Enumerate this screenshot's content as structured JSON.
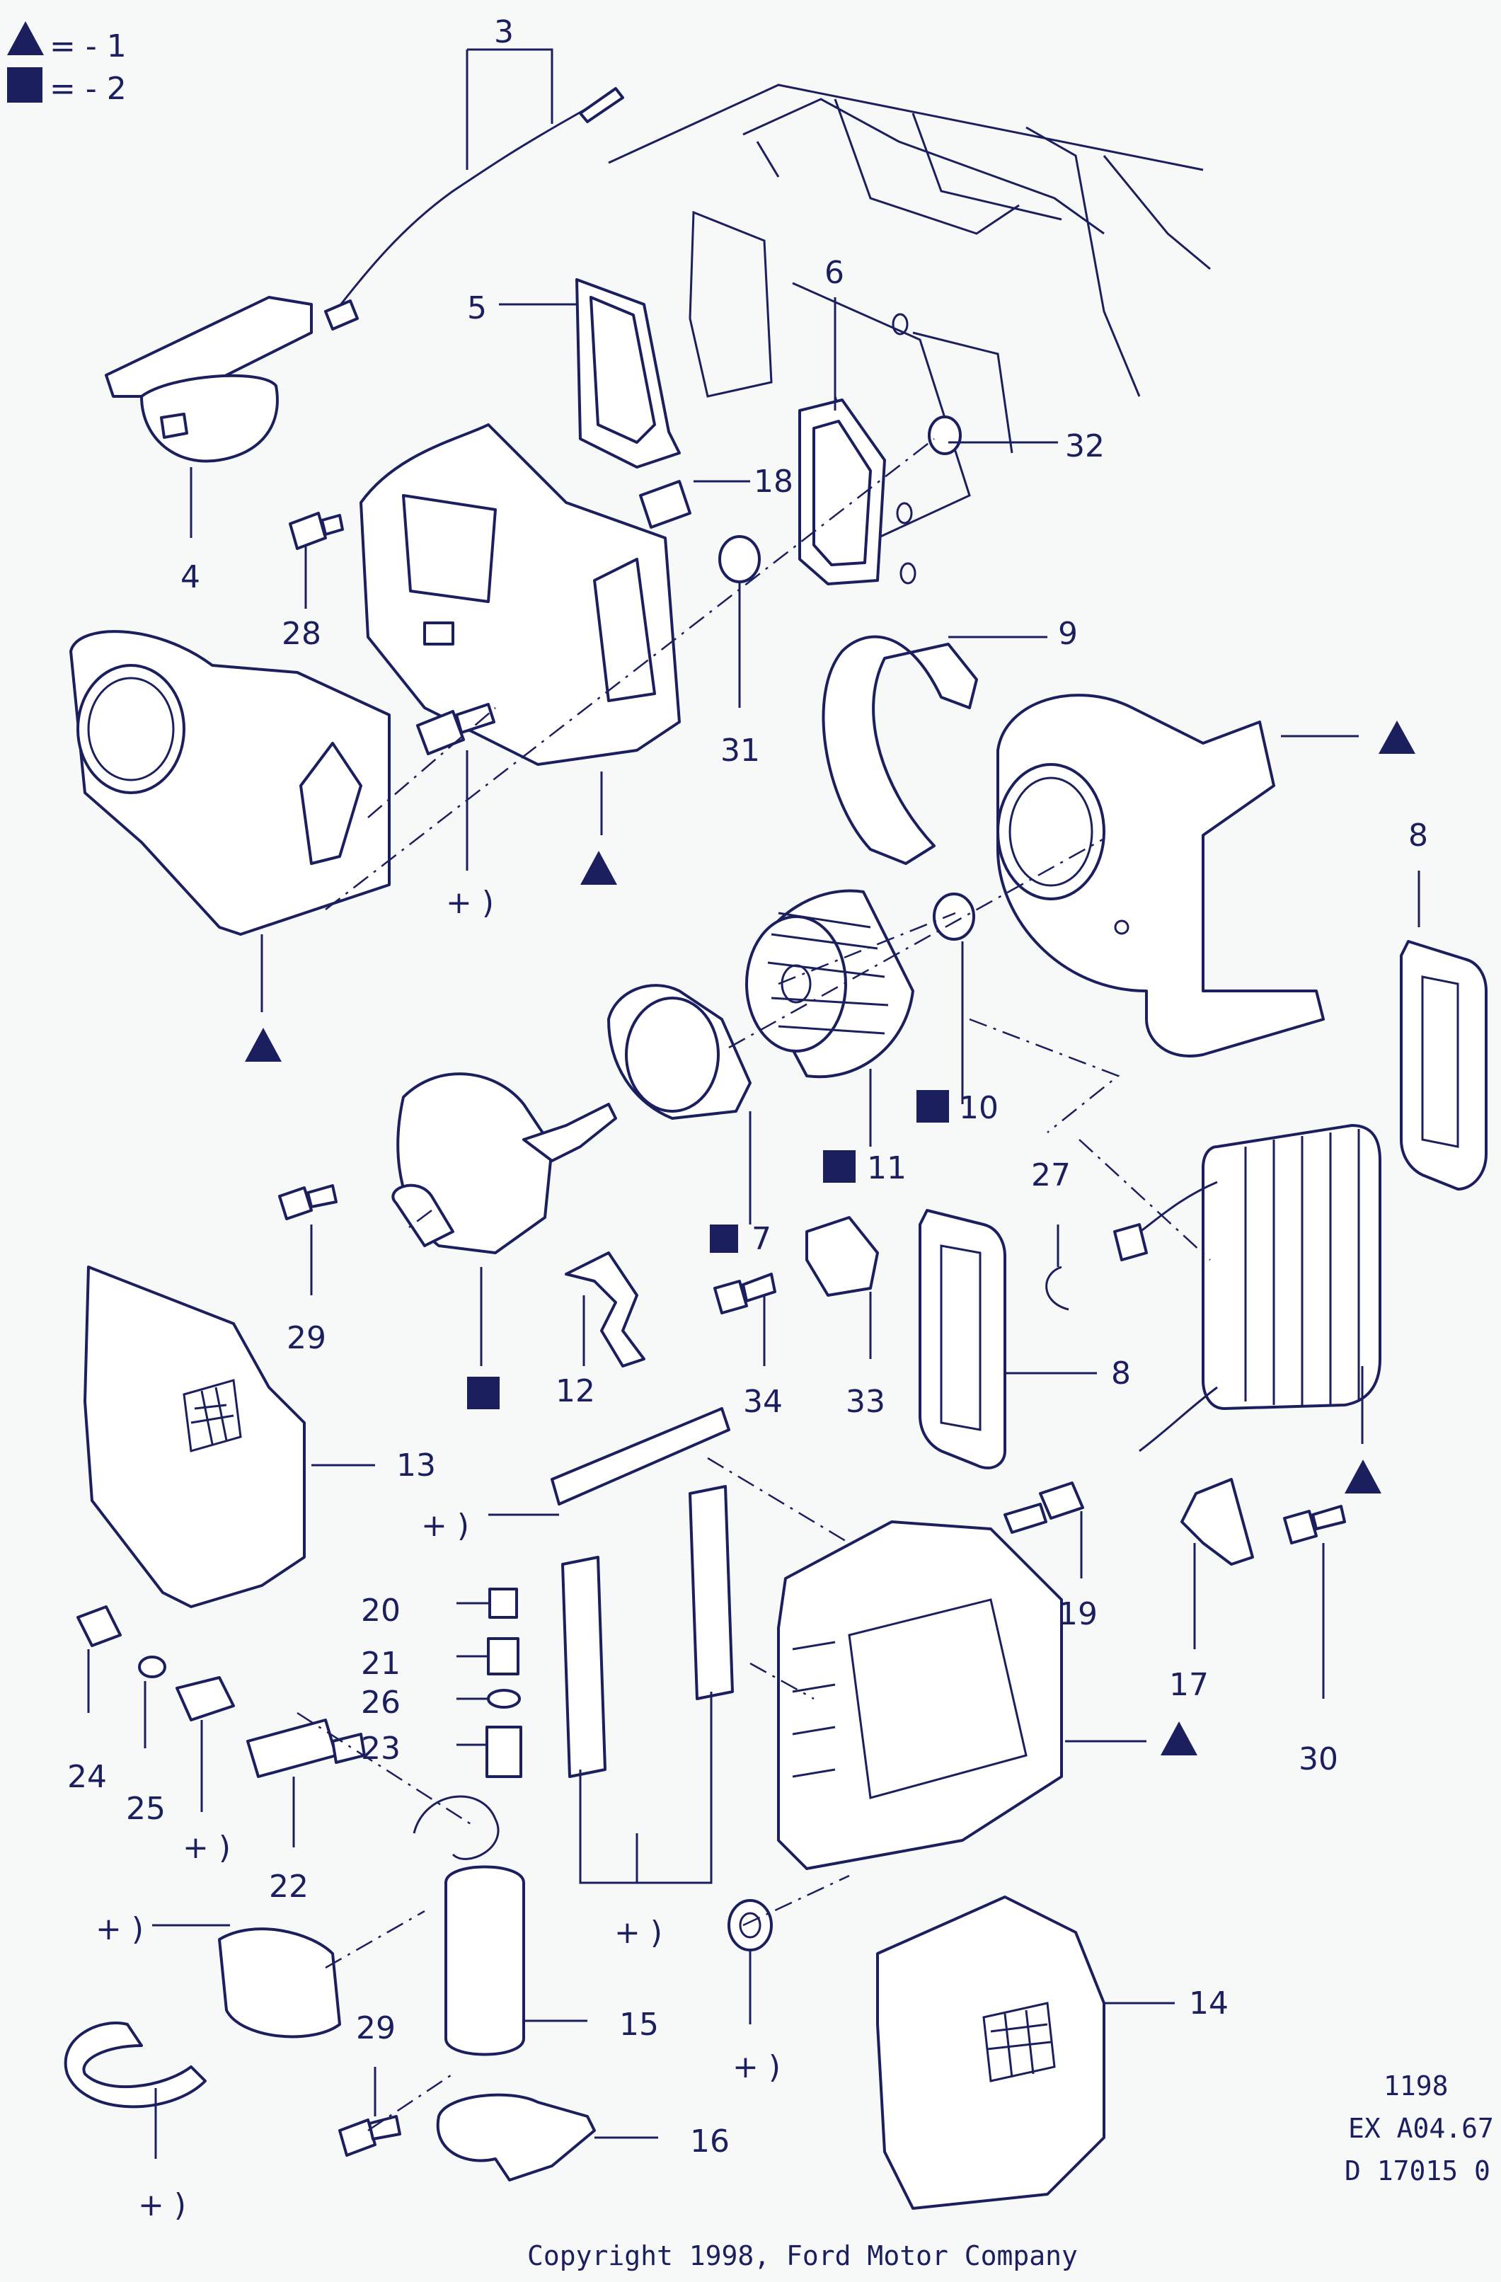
{
  "legend": [
    {
      "symbol": "triangle",
      "text": "= - 1"
    },
    {
      "symbol": "square",
      "text": "= - 2"
    }
  ],
  "callouts": {
    "c3": "3",
    "c4": "4",
    "c5": "5",
    "c6": "6",
    "c32": "32",
    "c18": "18",
    "c28": "28",
    "c31": "31",
    "c9": "9",
    "c8a": "8",
    "c8b": "8",
    "c10": "10",
    "c11": "11",
    "c7": "7",
    "c27": "27",
    "c29a": "29",
    "c12": "12",
    "c34": "34",
    "c33": "33",
    "c13": "13",
    "c19": "19",
    "c17": "17",
    "c30": "30",
    "c20": "20",
    "c21": "21",
    "c26": "26",
    "c23": "23",
    "c24": "24",
    "c25": "25",
    "c22": "22",
    "c15": "15",
    "c29b": "29",
    "c16": "16",
    "c14": "14",
    "p1": "+ )",
    "p2": "+ )",
    "p3": "+ )",
    "p4": "+ )",
    "p5": "+ )",
    "p6": "+ )",
    "p7": "+ )"
  },
  "reference": {
    "line1": "1198",
    "line2": "EX A04.67",
    "line3": "D 17015 0"
  },
  "copyright": "Copyright 1998, Ford Motor Company",
  "colors": {
    "ink": "#1b1f5e",
    "paper": "#f7f8f8"
  }
}
